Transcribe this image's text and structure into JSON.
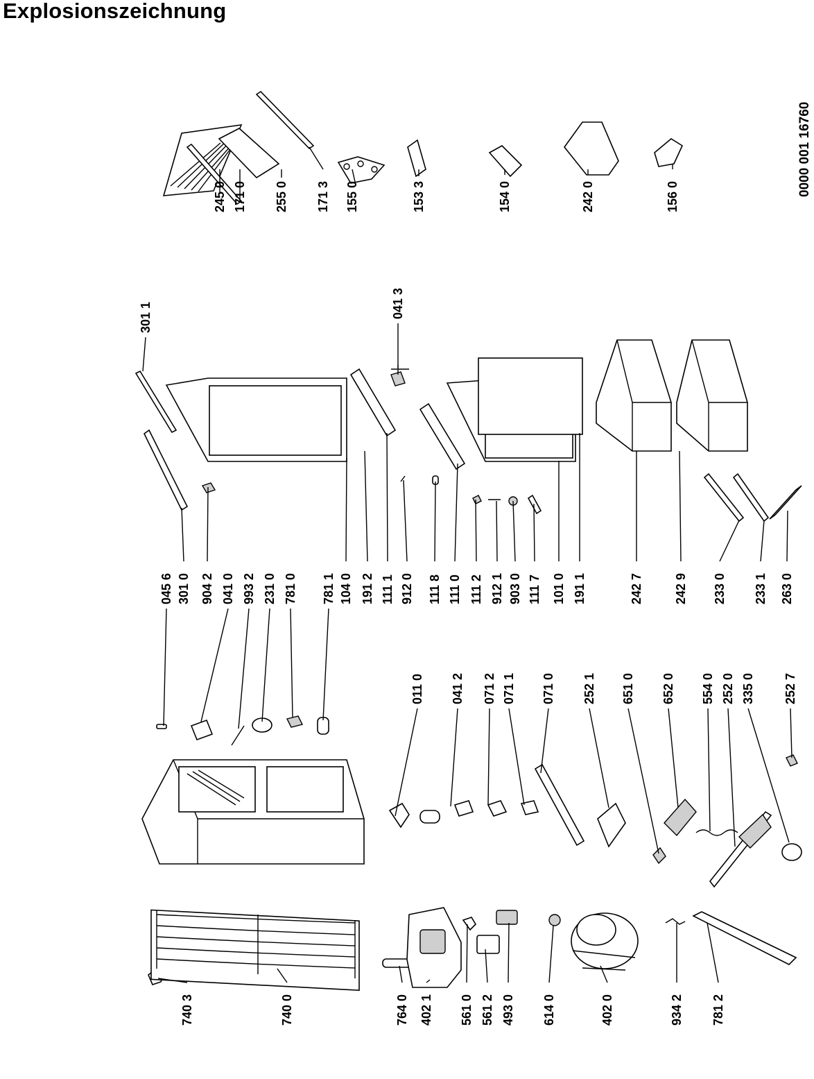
{
  "title": "Explosionszeichnung",
  "document_number": "0000 001 16760",
  "part_numbers": {
    "p7403": "740 3",
    "p7400": "740 0",
    "p7640": "764 0",
    "p4021": "402 1",
    "p5610": "561 0",
    "p5612": "561 2",
    "p4930": "493 0",
    "p6140": "614 0",
    "p4020": "402 0",
    "p9342": "934 2",
    "p7812": "781 2",
    "p0110": "011 0",
    "p0412": "041 2",
    "p0712": "071 2",
    "p0711": "071 1",
    "p0710": "071 0",
    "p2521": "252 1",
    "p6510": "651 0",
    "p6520": "652 0",
    "p5540": "554 0",
    "p2520": "252 0",
    "p3350": "335 0",
    "p2527": "252 7",
    "p0456": "045 6",
    "p3010": "301 0",
    "p9042": "904 2",
    "p0410": "041 0",
    "p9932": "993 2",
    "p2310": "231 0",
    "p7810": "781 0",
    "p7811": "781 1",
    "p1040": "104 0",
    "p1912": "191 2",
    "p1111": "111 1",
    "p9120": "912 0",
    "p1118": "111 8",
    "p1110": "111 0",
    "p1112": "111 2",
    "p9121": "912 1",
    "p9030": "903 0",
    "p1117": "111 7",
    "p1010": "101 0",
    "p1911": "191 1",
    "p2427": "242 7",
    "p2429": "242 9",
    "p2330": "233 0",
    "p2331": "233 1",
    "p2630": "263 0",
    "p3011": "301 1",
    "p0413": "041 3",
    "p2450": "245 0",
    "p1710": "171 0",
    "p2550": "255 0",
    "p1713": "171 3",
    "p1550": "155 0",
    "p1533": "153 3",
    "p1540": "154 0",
    "p2420": "242 0",
    "p1560": "156 0"
  }
}
